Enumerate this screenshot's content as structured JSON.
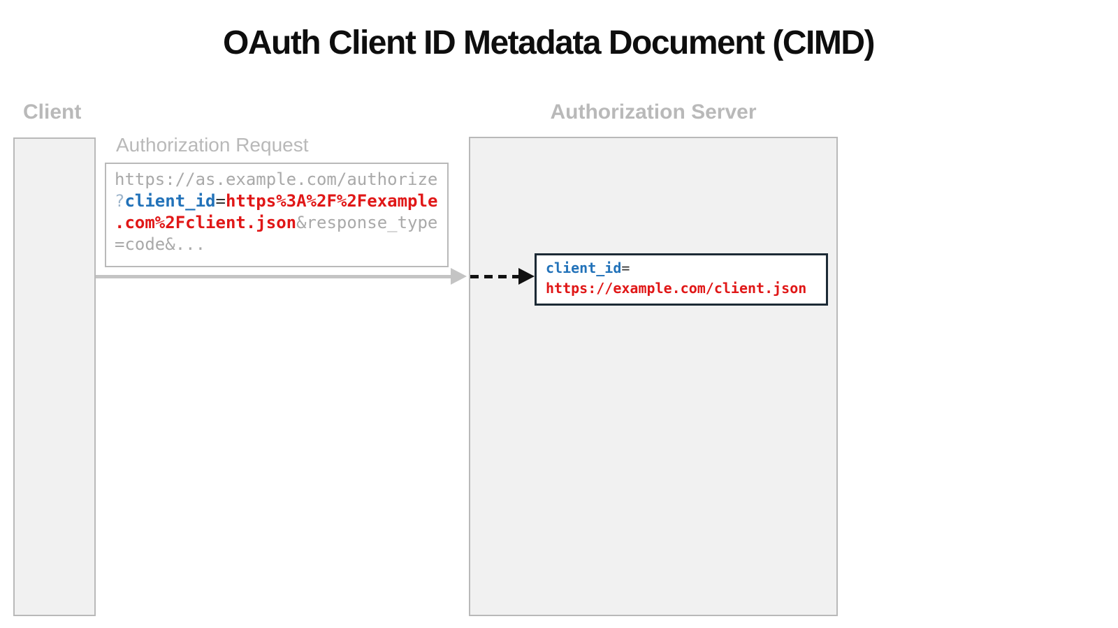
{
  "title": "OAuth Client ID Metadata Document (CIMD)",
  "palette": {
    "code-gray": "#a9a9a9",
    "code-lightblue": "#9fb6cc",
    "code-blue": "#2272b9",
    "code-red": "#e01717",
    "code-dark": "#333333",
    "actor-gray": "#b9b9b9",
    "box-fill": "#f1f1f1",
    "dark-border": "#1c2a35"
  },
  "client": {
    "label": "Client"
  },
  "authorization_server": {
    "label": "Authorization Server"
  },
  "authorization_request": {
    "label": "Authorization Request",
    "full_url": "https://as.example.com/authorize?client_id=https%3A%2F%2Fexample.com%2Fclient.json&response_type=code&...",
    "code_segments": [
      {
        "t": "https://as.example.com/authorize\n",
        "c": "gray"
      },
      {
        "t": "?",
        "c": "lightblue"
      },
      {
        "t": "client_id",
        "c": "blue"
      },
      {
        "t": "=",
        "c": "dark"
      },
      {
        "t": "https%3A%2F%2Fexample\n.com%2Fclient.json",
        "c": "red"
      },
      {
        "t": "&response_type\n=code&...",
        "c": "gray"
      }
    ]
  },
  "client_id_box": {
    "code_segments": [
      {
        "t": "client_id",
        "c": "blue"
      },
      {
        "t": "=\n",
        "c": "dark"
      },
      {
        "t": "https://example.com/client.json",
        "c": "red"
      }
    ]
  }
}
